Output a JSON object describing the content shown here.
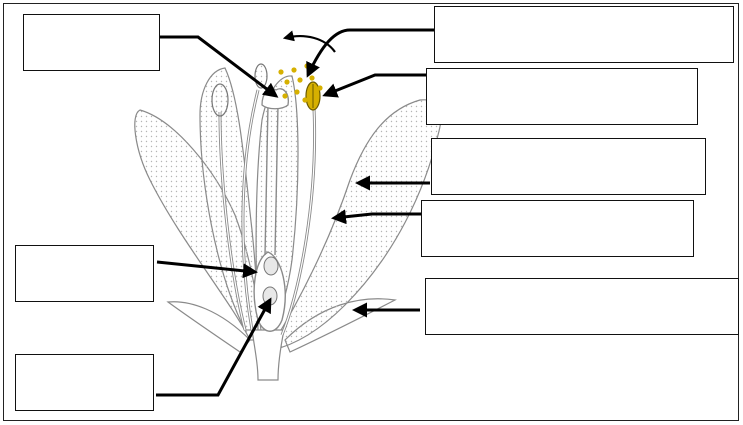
{
  "diagram": {
    "label_boxes": [
      {
        "id": "box-top-left",
        "text": ""
      },
      {
        "id": "box-top-right",
        "text": ""
      },
      {
        "id": "box-anther",
        "text": ""
      },
      {
        "id": "box-petal",
        "text": ""
      },
      {
        "id": "box-filament",
        "text": ""
      },
      {
        "id": "box-sepal",
        "text": ""
      },
      {
        "id": "box-ovule",
        "text": ""
      },
      {
        "id": "box-ovary",
        "text": ""
      }
    ],
    "colors": {
      "outline": "#8a8a8a",
      "stipple": "#b5b5b5",
      "pollen": "#d6b000",
      "arrow": "#000000"
    }
  }
}
